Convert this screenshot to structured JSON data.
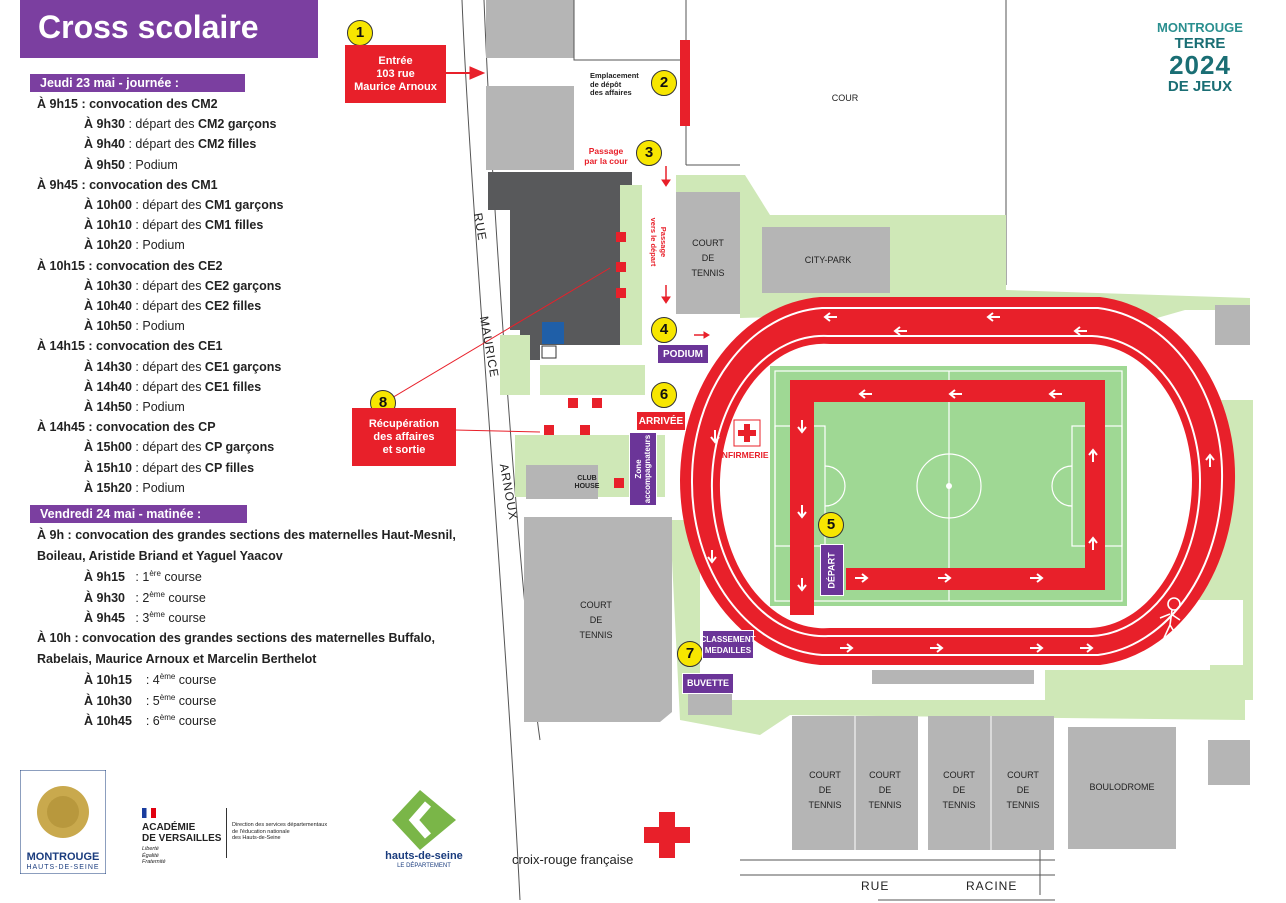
{
  "title": "Cross scolaire",
  "day1": {
    "heading": "Jeudi 23 mai - journée :",
    "lines": [
      {
        "indent": 0,
        "time": "À 9h15",
        "pre": " : convocation des ",
        "bold": "CM2",
        "post": ""
      },
      {
        "indent": 1,
        "time": "À 9h30",
        "pre": "   : départ des ",
        "bold": "CM2 garçons",
        "post": ""
      },
      {
        "indent": 1,
        "time": "À 9h40",
        "pre": "   : départ des ",
        "bold": "CM2 filles",
        "post": ""
      },
      {
        "indent": 1,
        "time": "À 9h50",
        "pre": "   : Podium",
        "bold": "",
        "post": ""
      },
      {
        "indent": 0,
        "time": "À 9h45",
        "pre": " : convocation des ",
        "bold": "CM1",
        "post": ""
      },
      {
        "indent": 1,
        "time": "À 10h00",
        "pre": " : départ des ",
        "bold": "CM1 garçons",
        "post": ""
      },
      {
        "indent": 1,
        "time": "À 10h10",
        "pre": " : départ des ",
        "bold": "CM1 filles",
        "post": ""
      },
      {
        "indent": 1,
        "time": "À 10h20",
        "pre": " : Podium",
        "bold": "",
        "post": ""
      },
      {
        "indent": 0,
        "time": "À 10h15",
        "pre": " : convocation des ",
        "bold": "CE2",
        "post": ""
      },
      {
        "indent": 1,
        "time": "À 10h30",
        "pre": " : départ des ",
        "bold": "CE2 garçons",
        "post": ""
      },
      {
        "indent": 1,
        "time": "À 10h40",
        "pre": " : départ des ",
        "bold": "CE2 filles",
        "post": ""
      },
      {
        "indent": 1,
        "time": "À 10h50",
        "pre": " : Podium",
        "bold": "",
        "post": ""
      },
      {
        "indent": 0,
        "time": "À 14h15",
        "pre": " : convocation des ",
        "bold": "CE1",
        "post": ""
      },
      {
        "indent": 1,
        "time": "À 14h30",
        "pre": " : départ des ",
        "bold": "CE1 garçons",
        "post": ""
      },
      {
        "indent": 1,
        "time": "À 14h40",
        "pre": " : départ des ",
        "bold": "CE1 filles",
        "post": ""
      },
      {
        "indent": 1,
        "time": "À 14h50",
        "pre": " : Podium",
        "bold": "",
        "post": ""
      },
      {
        "indent": 0,
        "time": "À 14h45",
        "pre": " : convocation des ",
        "bold": "CP",
        "post": ""
      },
      {
        "indent": 1,
        "time": "À 15h00",
        "pre": " : départ des ",
        "bold": "CP garçons",
        "post": ""
      },
      {
        "indent": 1,
        "time": "À 15h10",
        "pre": " : départ des ",
        "bold": "CP filles",
        "post": ""
      },
      {
        "indent": 1,
        "time": "À 15h20",
        "pre": " : Podium",
        "bold": "",
        "post": ""
      }
    ]
  },
  "day2": {
    "heading": "Vendredi 24 mai - matinée :",
    "conv1_a": "À 9h : convocation des grandes sections des maternelles Haut-Mesnil,",
    "conv1_b": "Boileau, Aristide Briand et Yaguel Yaacov",
    "races1": [
      {
        "time": "À 9h15",
        "sep": "   : 1",
        "sup": "ère",
        "post": " course"
      },
      {
        "time": "À 9h30",
        "sep": "   : 2",
        "sup": "ème",
        "post": " course"
      },
      {
        "time": "À 9h45",
        "sep": "   : 3",
        "sup": "ème",
        "post": " course"
      }
    ],
    "conv2_a": "À 10h : convocation des grandes sections des maternelles Buffalo,",
    "conv2_b": "Rabelais, Maurice Arnoux et Marcelin Berthelot",
    "races2": [
      {
        "time": "À 10h15",
        "sep": "    : 4",
        "sup": "ème",
        "post": " course"
      },
      {
        "time": "À 10h30",
        "sep": "    : 5",
        "sup": "ème",
        "post": " course"
      },
      {
        "time": "À 10h45",
        "sep": "    : 6",
        "sup": "ème",
        "post": " course"
      }
    ]
  },
  "map": {
    "markers": [
      "1",
      "2",
      "3",
      "4",
      "5",
      "6",
      "7",
      "8"
    ],
    "entry": "Entrée\n103 rue\nMaurice Arnoux",
    "deposit": "Emplacement\nde dépôt\ndes affaires",
    "passage_cour": "Passage\npar la cour",
    "passage_depart": "Passage\nvers le départ",
    "cour": "COUR",
    "court_tennis": "COURT\nDE\nTENNIS",
    "city_park": "CITY-PARK",
    "podium": "PODIUM",
    "arrivee": "ARRIVÉE",
    "infirmerie": "INFIRMERIE",
    "depart": "DÉPART",
    "recuperation": "Récupération\ndes affaires\net sortie",
    "club_house": "CLUB\nHOUSE",
    "zone_acc": "Zone\naccompagnateurs",
    "classement": "CLASSEMENT\nMEDAILLES",
    "buvette": "BUVETTE",
    "boulodrome": "BOULODROME",
    "street_rue": "RUE",
    "street_maurice": "MAURICE",
    "street_arnoux": "ARNOUX",
    "street_rue2": "RUE",
    "street_racine": "RACINE"
  },
  "logos": {
    "montrouge_terre": [
      "MONTROUGE",
      "TERRE",
      "2024",
      "DE JEUX"
    ],
    "montrouge_city": "MONTROUGE",
    "hauts_de_seine_small": "HAUTS-DE-SEINE",
    "academie": "ACADÉMIE\nDE VERSAILLES",
    "academie_motto": "Liberté\nÉgalité\nFraternité",
    "direction": "Direction des services départementaux\nde l'éducation nationale\ndes Hauts-de-Seine",
    "hds": "hauts-de-seine",
    "hds_sub": "LE DÉPARTEMENT",
    "croix_rouge": "croix-rouge française"
  },
  "colors": {
    "purple": "#7b3fa0",
    "red": "#e8202a",
    "green": "#cfe8b7",
    "field": "#9fd894",
    "grey": "#b5b5b5",
    "yellow": "#f7e600"
  }
}
